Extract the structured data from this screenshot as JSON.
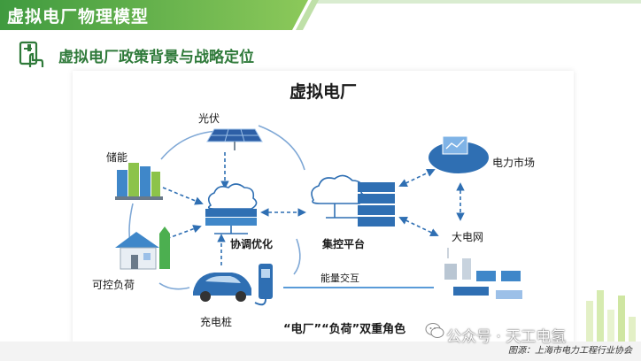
{
  "header": {
    "title": "虚拟电厂物理模型"
  },
  "section": {
    "subtitle": "虚拟电厂政策背景与战略定位"
  },
  "diagram": {
    "title": "虚拟电厂",
    "nodes": {
      "solar": "光伏",
      "storage": "储能",
      "controllable_load": "可控负荷",
      "charging_pile": "充电桩",
      "coordination": "协调优化",
      "control_platform": "集控平台",
      "power_market": "电力市场",
      "grid": "大电网"
    },
    "energy_exchange": "能量交互",
    "caption": "“电厂”“负荷”双重角色"
  },
  "watermark": "公众号 · 天工电氢",
  "source": "图源：上海市电力工程行业协会",
  "colors": {
    "accent_green": "#2f7a3a",
    "banner_green": "#5aa84a",
    "diagram_blue": "#2f6fb3",
    "title_blue": "#1f3f7a"
  }
}
